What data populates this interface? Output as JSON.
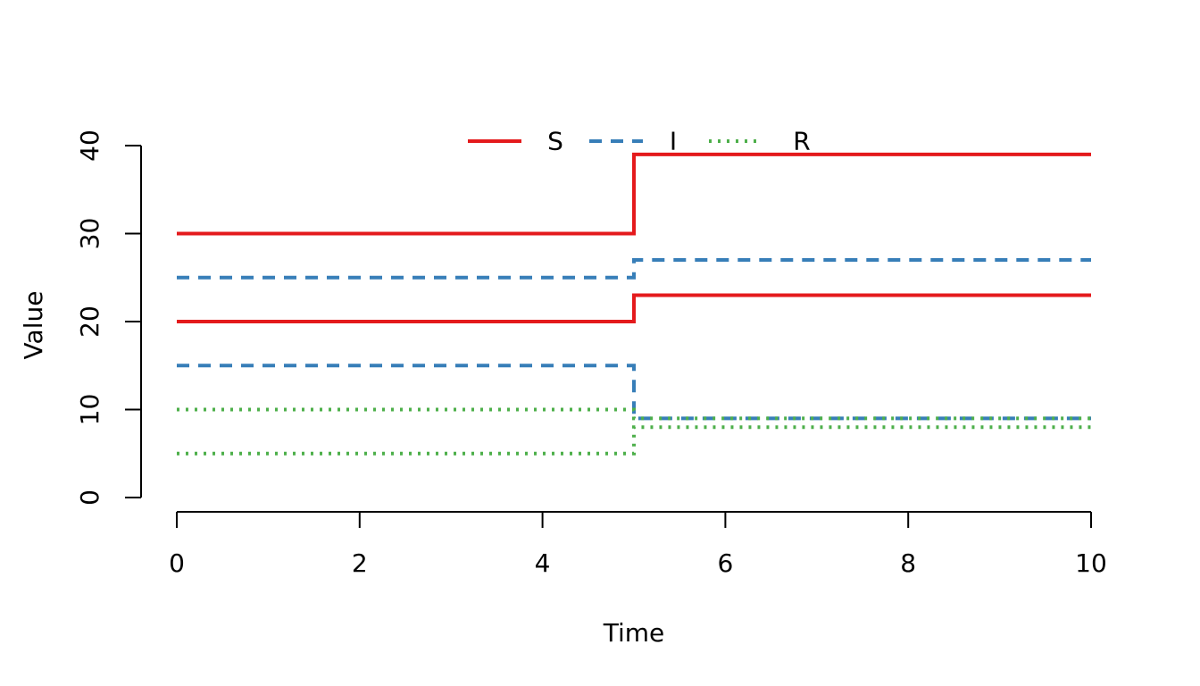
{
  "chart_data": {
    "type": "line",
    "step": true,
    "title": "",
    "xlabel": "Time",
    "ylabel": "Value",
    "xlim": [
      0,
      10
    ],
    "ylim": [
      0,
      40
    ],
    "xticks": [
      0,
      2,
      4,
      6,
      8,
      10
    ],
    "yticks": [
      0,
      10,
      20,
      30,
      40
    ],
    "grid": false,
    "legend": {
      "placement": "top-center",
      "entries": [
        {
          "label": "S",
          "color": "#E41A1C",
          "linestyle": "solid"
        },
        {
          "label": "I",
          "color": "#377EB8",
          "linestyle": "dashed"
        },
        {
          "label": "R",
          "color": "#4DAF4A",
          "linestyle": "dotted"
        }
      ]
    },
    "series": [
      {
        "group": "S",
        "color": "#E41A1C",
        "linestyle": "solid",
        "x": [
          0,
          5,
          10
        ],
        "y": [
          30,
          39,
          39
        ]
      },
      {
        "group": "S",
        "color": "#E41A1C",
        "linestyle": "solid",
        "x": [
          0,
          5,
          10
        ],
        "y": [
          20,
          23,
          23
        ]
      },
      {
        "group": "I",
        "color": "#377EB8",
        "linestyle": "dashed",
        "x": [
          0,
          5,
          10
        ],
        "y": [
          25,
          27,
          27
        ]
      },
      {
        "group": "I",
        "color": "#377EB8",
        "linestyle": "dashed",
        "x": [
          0,
          5,
          10
        ],
        "y": [
          15,
          9,
          9
        ]
      },
      {
        "group": "R",
        "color": "#4DAF4A",
        "linestyle": "dotted",
        "x": [
          0,
          5,
          10
        ],
        "y": [
          10,
          9,
          9
        ]
      },
      {
        "group": "R",
        "color": "#4DAF4A",
        "linestyle": "dotted",
        "x": [
          0,
          5,
          10
        ],
        "y": [
          5,
          8,
          8
        ]
      }
    ]
  }
}
